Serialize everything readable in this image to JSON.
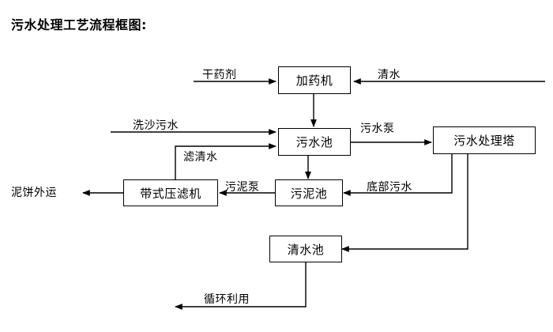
{
  "title": "污水处理工艺流程框图:",
  "theme": {
    "background": "#ffffff",
    "line_color": "#000000",
    "text_color": "#000000",
    "box_fill": "#ffffff"
  },
  "nodes": [
    {
      "id": "dosing",
      "label": "加药机"
    },
    {
      "id": "sewage_pool",
      "label": "污水池"
    },
    {
      "id": "treatment_tower",
      "label": "污水处理塔"
    },
    {
      "id": "belt_filter_press",
      "label": "带式压滤机"
    },
    {
      "id": "sludge_pool",
      "label": "污泥池"
    },
    {
      "id": "clear_water_pool",
      "label": "清水池"
    }
  ],
  "edge_labels": [
    {
      "id": "dry_agent",
      "label": "干药剂"
    },
    {
      "id": "clean_water_in",
      "label": "清水"
    },
    {
      "id": "sand_washing_sewage",
      "label": "洗沙污水"
    },
    {
      "id": "filtered_clear_water",
      "label": "滤清水"
    },
    {
      "id": "sewage_pump",
      "label": "污水泵"
    },
    {
      "id": "sludge_pump",
      "label": "污泥泵"
    },
    {
      "id": "bottom_sewage",
      "label": "底部污水"
    },
    {
      "id": "mud_cake_out",
      "label": "泥饼外运"
    },
    {
      "id": "recycle_use",
      "label": "循环利用"
    }
  ],
  "flow": {
    "type": "process-flow-block-diagram",
    "connections": [
      {
        "from": "干药剂",
        "to": "加药机",
        "label": "干药剂"
      },
      {
        "from": "清水",
        "to": "加药机",
        "label": "清水"
      },
      {
        "from": "加药机",
        "to": "污水池",
        "label": ""
      },
      {
        "from": "洗沙污水",
        "to": "污水池",
        "label": "洗沙污水"
      },
      {
        "from": "带式压滤机",
        "to": "污水池",
        "label": "滤清水"
      },
      {
        "from": "污水池",
        "to": "污水处理塔",
        "label": "污水泵"
      },
      {
        "from": "污水池",
        "to": "污泥池",
        "label": ""
      },
      {
        "from": "污水处理塔",
        "to": "污泥池",
        "label": "底部污水"
      },
      {
        "from": "污水处理塔",
        "to": "清水池",
        "label": ""
      },
      {
        "from": "污泥池",
        "to": "带式压滤机",
        "label": "污泥泵"
      },
      {
        "from": "带式压滤机",
        "to": "泥饼外运",
        "label": "泥饼外运"
      },
      {
        "from": "清水池",
        "to": "循环利用",
        "label": "循环利用"
      }
    ]
  }
}
